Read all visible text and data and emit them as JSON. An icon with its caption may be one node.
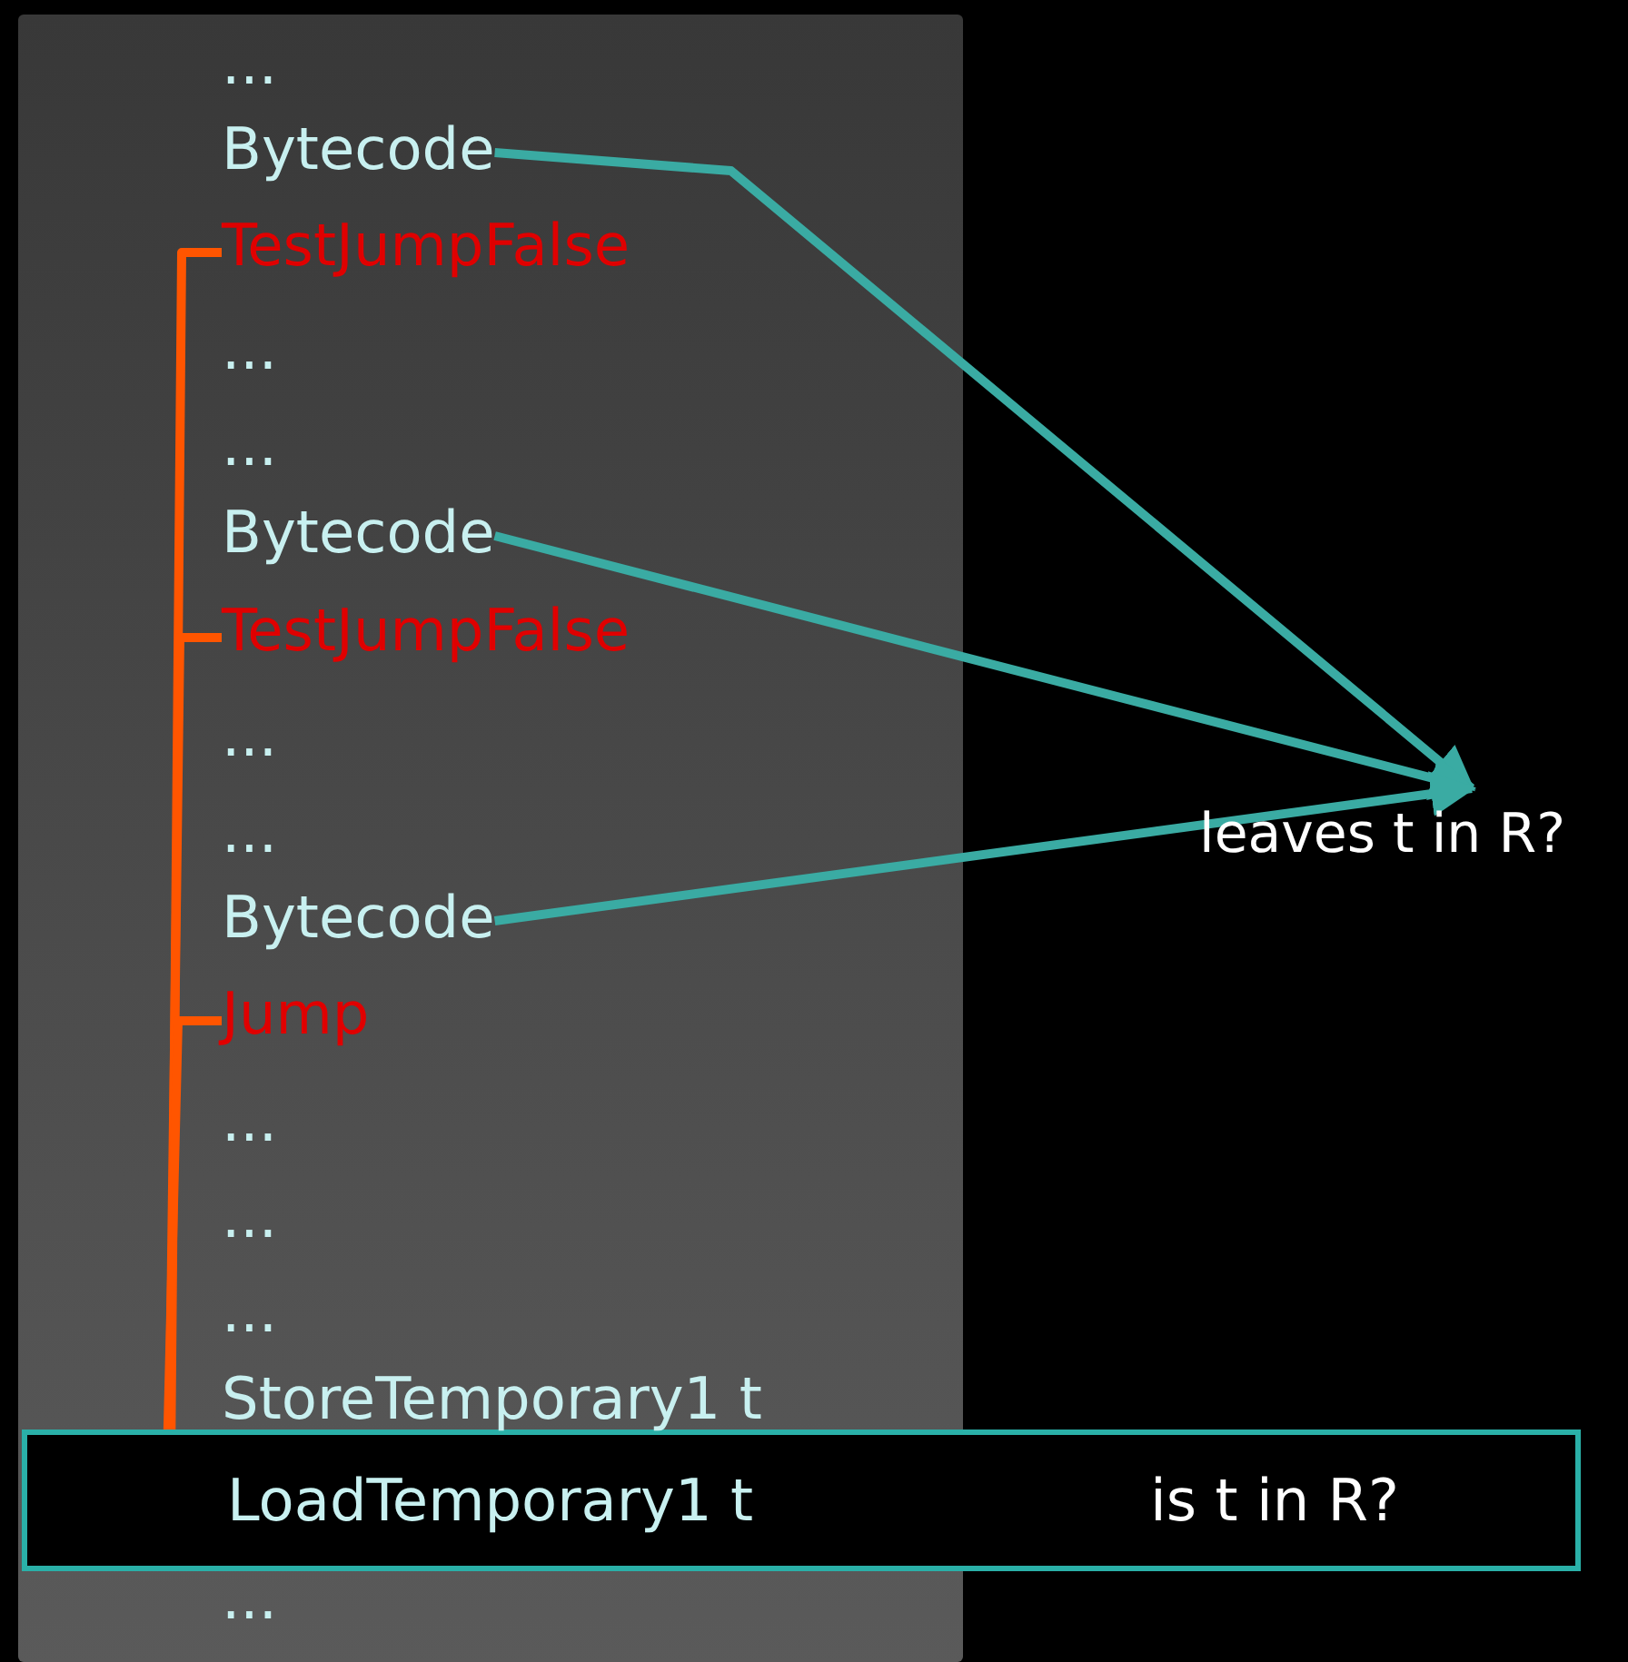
{
  "diagram": {
    "nodes": [
      {
        "text": [
          "Bytecode"
        ]
      },
      {
        "text": [
          "TestJumpFalse"
        ]
      },
      {
        "text": [
          "Bytecode"
        ]
      },
      {
        "text": [
          "TestJumpFalse"
        ]
      },
      {
        "text": [
          "Bytecode"
        ]
      },
      {
        "text": [
          "Jump"
        ]
      },
      {
        "text": [
          "is t in R?"
        ]
      },
      {
        "text": [
          "LoadTemporary1 t"
        ],
        "in": 6
      },
      {
        "text": [
          "leaves t in R?"
        ]
      }
    ],
    "edges": [
      {
        "from": 0,
        "to": 8,
        "arrow": "to",
        "color": "#3aaba3"
      },
      {
        "from": 2,
        "to": 8,
        "arrow": "to",
        "color": "#3aaba3"
      },
      {
        "from": 4,
        "to": 8,
        "arrow": "to",
        "color": "#3aaba3"
      },
      {
        "from": 1,
        "to": 7,
        "arrow": "to",
        "color": "#ff5500"
      },
      {
        "from": 3,
        "to": 7,
        "arrow": "to",
        "color": "#ff5500"
      },
      {
        "from": 5,
        "to": 7,
        "arrow": "to",
        "color": "#ff5500"
      }
    ],
    "labels": [
      "...",
      "...",
      "...",
      "...",
      "...",
      "...",
      "...",
      "...",
      "StoreTemporary1 t",
      "..."
    ]
  }
}
